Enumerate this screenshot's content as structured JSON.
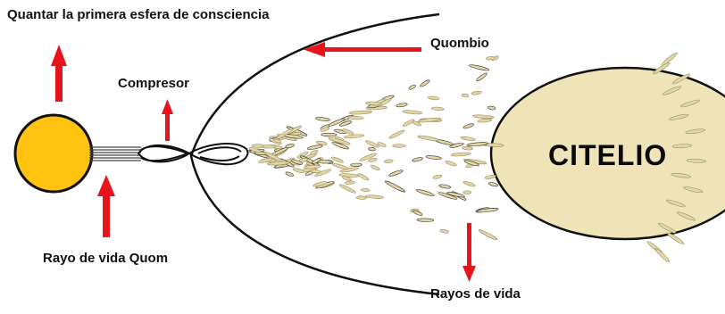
{
  "labels": {
    "title": "Quantar la primera esfera de consciencia",
    "quombio": "Quombio",
    "compresor": "Compresor",
    "rayo_vida_quom": "Rayo de vida Quom",
    "rayos_vida": "Rayos de vida",
    "citelio": "CITELIO"
  },
  "colors": {
    "sun": "#FFC20E",
    "citelio": "#EFE4B7",
    "arrow": "#E8141B",
    "particles": "#E3D6A3",
    "ink": "#111111"
  }
}
